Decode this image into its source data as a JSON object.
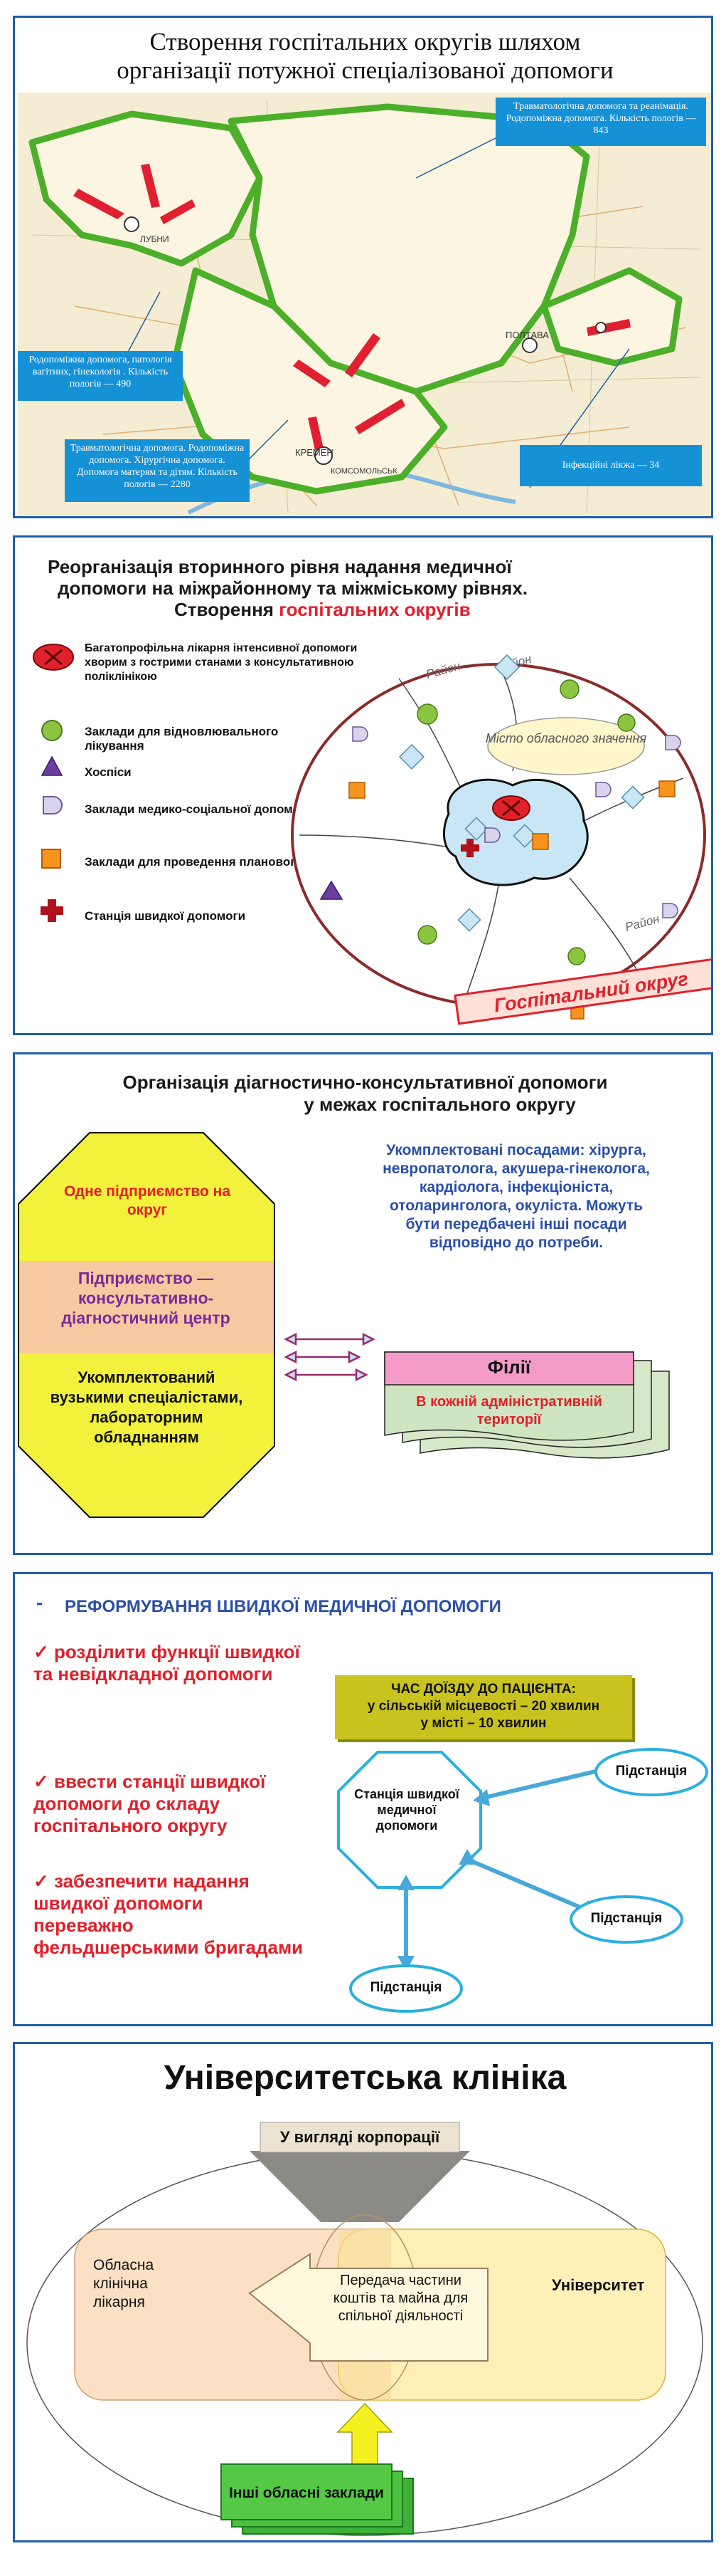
{
  "panel1": {
    "title_line1": "Створення госпітальних округів шляхом",
    "title_line2": "організації потужної спеціалізованої допомоги",
    "box_top_right": "Травматологічна допомога та реанімація. Родопоміжна допомога. Кількість пологів  — 843",
    "box_left": "Родопоміжна допомога, патологія вагітних, гінекологія . Кількість пологів  — 490",
    "box_bottom_left": "Травматологічна допомога. Родопоміжна допомога. Хірургічна допомога. Допомога матерям та дітям. Кількість пологів  — 2280",
    "box_bottom_right": "Інфекційні лікжа  — 34",
    "map_label_poltava": "ПОЛТАВА",
    "map_label_kremen": "КРЕМЕН",
    "map_label_komsomolsk": "КОМСОМОЛЬСЬК",
    "map_label_lubny": "ЛУБНИ"
  },
  "panel2": {
    "title_line1": "Реорганізація вторинного рівня надання медичної",
    "title_line2": "допомоги на міжрайонному та міжміському рівнях.",
    "title_line3_prefix": "Створення ",
    "title_line3_highlight": "госпітальних округів",
    "legend": [
      {
        "icon": "intensive-hospital-icon",
        "label": "Багатопрофільна лікарня інтенсивної допомоги хворим з гострими станами з консультативною поліклінікою"
      },
      {
        "icon": "rehab-facility-icon",
        "label": "Заклади для відновлювального лікування"
      },
      {
        "icon": "hospice-icon",
        "label": "Хоспіси"
      },
      {
        "icon": "social-care-icon",
        "label": "Заклади медико-соціальної допомоги"
      },
      {
        "icon": "planned-treatment-icon",
        "label": "Заклади  для проведення планового лікування"
      },
      {
        "icon": "ambulance-station-icon",
        "label": "Станція швидкої допомоги"
      }
    ],
    "district_label": "Район",
    "city_label": "Місто обласного значення",
    "banner": "Госпітальний округ",
    "colors": {
      "red": "#e0202a",
      "green": "#8bc53f",
      "purple": "#6b3fa0",
      "lavender": "#d9d2ec",
      "orange": "#f7941d",
      "lightblue": "#c8e6f5"
    }
  },
  "panel3": {
    "title_line1": "Організація діагностично-консультативної  допомоги",
    "title_line2": "у межах госпітального округу",
    "oct_top": "Одне підприємство на округ",
    "oct_mid": "Підприємство — консультативно-діагностичний центр",
    "oct_bottom": "Укомплектований вузькими спеціалістами, лабораторним обладнанням",
    "right_text": "Укомплектовані посадами: хірурга, невропатолога, акушера-гінеколога, кардіолога, інфекціоніста, отоларинголога, окуліста. Можуть бути передбачені інші посади відповідно до потреби.",
    "branch_title": "Філії",
    "branch_text": "В кожній адміністративній території"
  },
  "panel4": {
    "title_dash": "-",
    "title": "РЕФОРМУВАННЯ ШВИДКОЇ МЕДИЧНОЇ ДОПОМОГИ",
    "checks": [
      "розділити функції швидкої та невідкладної допомоги",
      "ввести станції швидкої допомоги до складу госпітального округу",
      "забезпечити надання швидкої допомоги переважно фельдшерськими бригадами"
    ],
    "time_line1": "ЧАС ДОЇЗДУ ДО ПАЦІЄНТА:",
    "time_line2": "у сільській місцевості – 20 хвилин",
    "time_line3": "у місті – 10 хвилин",
    "station": "Станція швидкої медичної допомоги",
    "substation": "Підстанція"
  },
  "panel5": {
    "title": "Університетська клініка",
    "corp": "У вигляді корпорації",
    "hospital": "Обласна клінічна лікарня",
    "university": "Університет",
    "transfer": "Передача частини коштів  та майна для спільної діяльності",
    "others": "Інші обласні заклади"
  }
}
